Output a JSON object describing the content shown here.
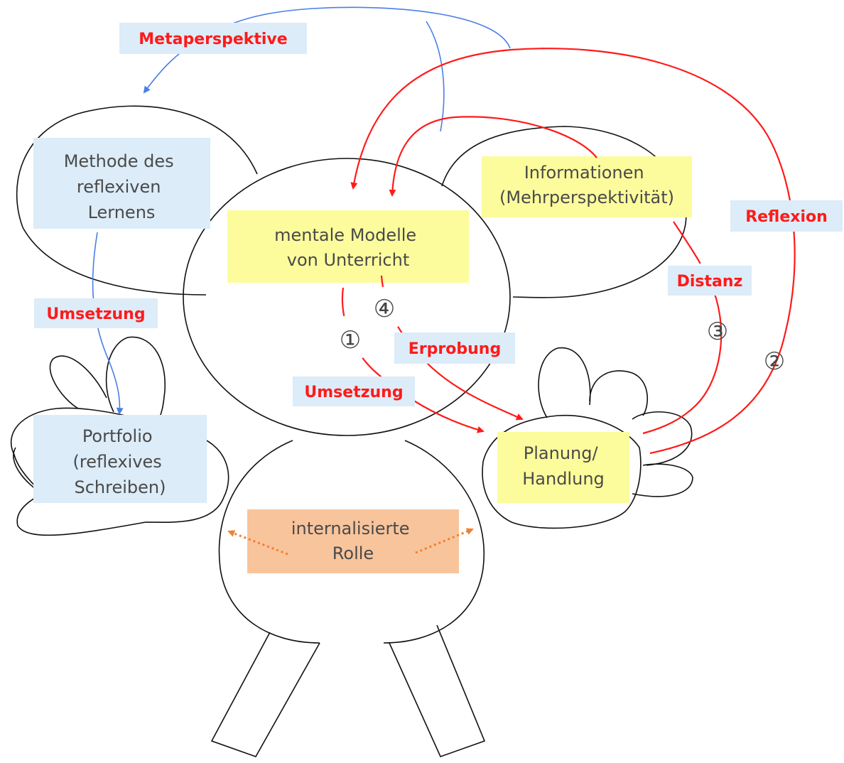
{
  "nodes": {
    "methode": {
      "lines": [
        "Methode des",
        "reflexiven",
        "Lernens"
      ]
    },
    "mentale": {
      "lines": [
        "mentale Modelle",
        "von Unterricht"
      ]
    },
    "informationen": {
      "lines": [
        "Informationen",
        "(Mehrperspektivität)"
      ]
    },
    "portfolio": {
      "lines": [
        "Portfolio",
        "(reflexives",
        "Schreiben)"
      ]
    },
    "planung": {
      "lines": [
        "Planung/",
        "Handlung"
      ]
    },
    "rolle": {
      "lines": [
        "internalisierte",
        "Rolle"
      ]
    }
  },
  "edge_labels": {
    "metaperspektive": "Metaperspektive",
    "umsetzung_left": "Umsetzung",
    "umsetzung_center": "Umsetzung",
    "erprobung": "Erprobung",
    "distanz": "Distanz",
    "reflexion": "Reflexion"
  },
  "step_numbers": {
    "one": "①",
    "two": "②",
    "three": "③",
    "four": "④"
  },
  "colors": {
    "red_arrow": "#ff1a1a",
    "blue_arrow": "#4a7fe6",
    "orange_arrow": "#f08030",
    "blue_box": "#dcecf8",
    "yellow_box": "#fcfc9c",
    "orange_box": "#f8c49c"
  }
}
